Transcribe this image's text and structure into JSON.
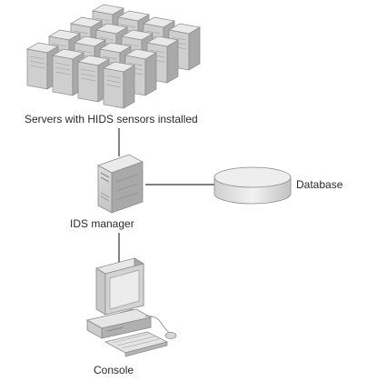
{
  "labels": {
    "servers": "Servers with HIDS sensors installed",
    "manager": "IDS manager",
    "database": "Database",
    "console": "Console"
  },
  "colors": {
    "line": "#333333",
    "server_top": "#e9e9e9",
    "server_front": "#cfcfcf",
    "server_side": "#a9a9a9",
    "outline": "#8a8a8a"
  }
}
